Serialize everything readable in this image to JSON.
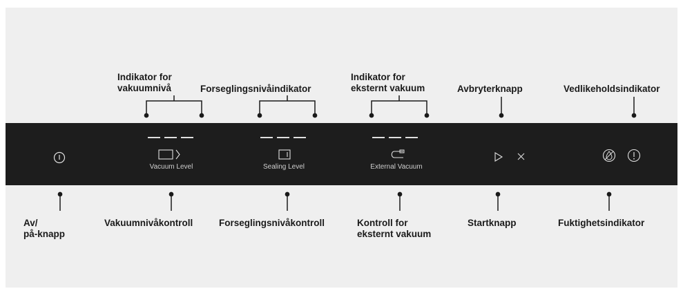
{
  "labels": {
    "indikator_vakuum": [
      "Indikator for",
      "vakuumnivå"
    ],
    "forsegling_indikator": "Forseglingsnivåindikator",
    "indikator_eksternt": [
      "Indikator for",
      "eksternt vakuum"
    ],
    "avbryterknapp": "Avbryterknapp",
    "vedlikehold": "Vedlikeholdsindikator",
    "av_pa": [
      "Av/",
      "på-knapp"
    ],
    "vakuumnivakontroll": "Vakuumnivåkontroll",
    "forseglingsnivakontroll": "Forseglingsnivåkontroll",
    "kontroll_eksternt": [
      "Kontroll for",
      "eksternt vakuum"
    ],
    "startknapp": "Startknapp",
    "fuktighet": "Fuktighetsindikator"
  },
  "panel": {
    "vacuum_level": "Vacuum Level",
    "sealing_level": "Sealing Level",
    "external_vacuum": "External Vacuum"
  },
  "icons": {
    "power": "power-icon",
    "vacuum": "vacuum-bag-icon",
    "sealing": "sealing-bar-icon",
    "external": "external-hose-icon",
    "start": "play-icon",
    "cancel": "close-icon",
    "moisture": "moisture-crossed-icon",
    "maintenance": "alert-icon"
  },
  "colors": {
    "panel": "#1d1d1d",
    "background": "#efefef",
    "panel_symbols": "#e0e0e0",
    "label_text": "#1a1a1a"
  }
}
